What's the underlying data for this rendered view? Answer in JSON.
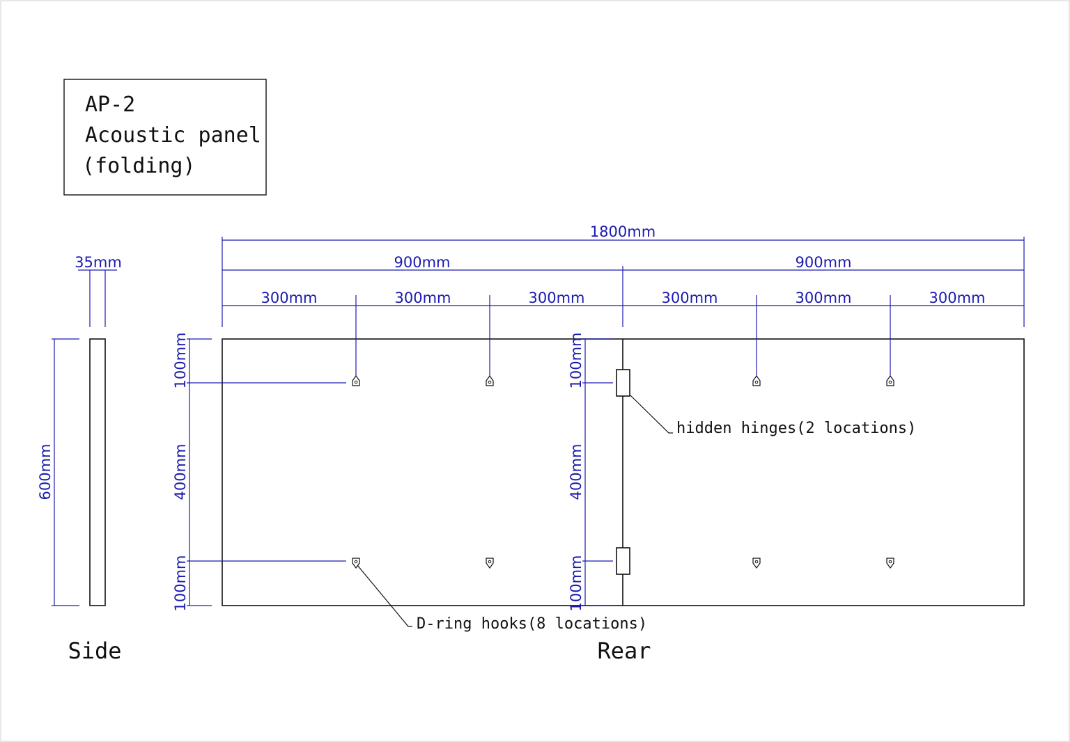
{
  "title_block": {
    "code": "AP-2",
    "name": "Acoustic panel",
    "variant": "(folding)"
  },
  "views": {
    "side_label": "Side",
    "rear_label": "Rear"
  },
  "dimensions": {
    "total_width": "1800mm",
    "half_left": "900mm",
    "half_right": "900mm",
    "segments": [
      "300mm",
      "300mm",
      "300mm",
      "300mm",
      "300mm",
      "300mm"
    ],
    "thickness": "35mm",
    "height": "600mm",
    "left_top_offset": "100mm",
    "left_middle": "400mm",
    "left_bottom_offset": "100mm",
    "mid_top_offset": "100mm",
    "mid_middle": "400mm",
    "mid_bottom_offset": "100mm"
  },
  "callouts": {
    "hinges": "hidden hinges(2 locations)",
    "hooks": "D-ring hooks(8 locations)"
  },
  "colors": {
    "dimension": "#1a1ab0",
    "outline": "#111111"
  }
}
